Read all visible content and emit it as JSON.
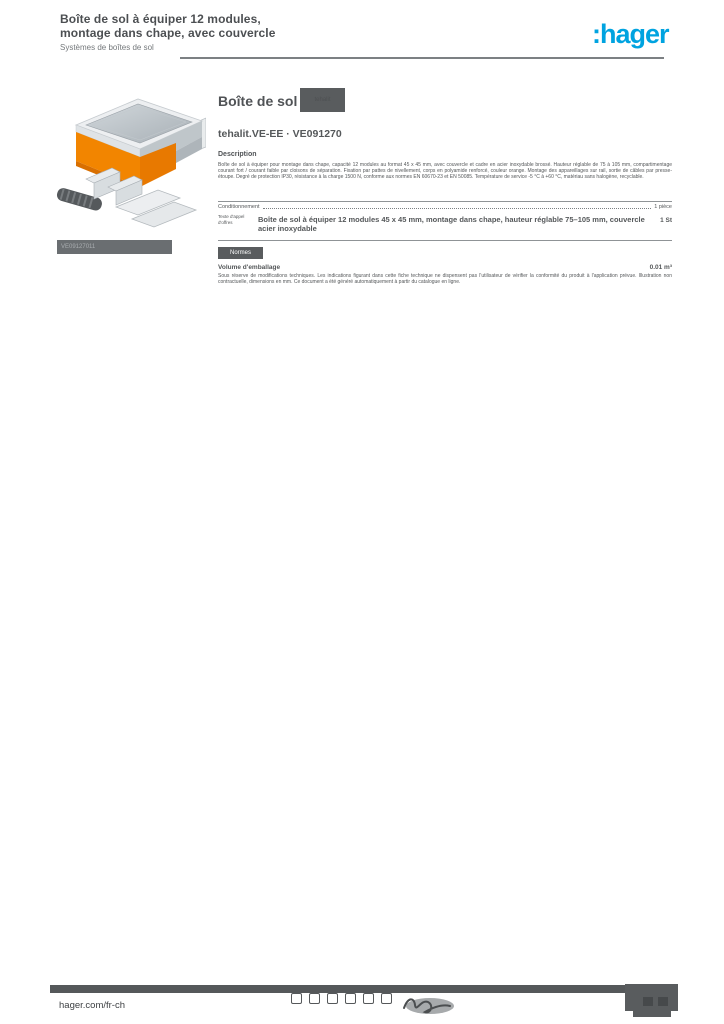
{
  "colors": {
    "brand_blue": "#00a3e0",
    "product_orange": "#f28500",
    "text_grey": "#55585a",
    "bar_grey": "#595c5e"
  },
  "header": {
    "line1": "Boîte de sol à équiper 12 modules,",
    "line2": "montage dans chape, avec couvercle",
    "line3": "Systèmes de boîtes de sol",
    "logo_text": ":hager"
  },
  "product": {
    "caption": "VE09127011",
    "title": "Boîte de sol",
    "badge": "tehalit",
    "subtitle": "tehalit.VE-EE · VE091270",
    "description_heading": "Description",
    "description": "Boîte de sol à équiper pour montage dans chape, capacité 12 modules au format 45 x 45 mm, avec couvercle et cadre en acier inoxydable brossé. Hauteur réglable de 75 à 105 mm, compartimentage courant fort / courant faible par cloisons de séparation. Fixation par pattes de nivellement, corps en polyamide renforcé, couleur orange. Montage des appareillages sur rail, sortie de câbles par presse-étoupe. Degré de protection IP30, résistance à la charge 1500 N, conforme aux normes EN 60670-23 et EN 50085. Température de service -5 °C à +60 °C, matériau sans halogène, recyclable.",
    "order_row": {
      "label": "Conditionnement",
      "value": "1 pièce"
    },
    "tender_row": {
      "label": "Texte d'appel d'offres",
      "text": "Boîte de sol à équiper 12 modules 45 x 45 mm, montage dans chape, hauteur réglable 75–105 mm, couvercle acier inoxydable",
      "value": "1 St"
    },
    "standards_heading": "Normes",
    "volume_row": {
      "label": "Volume d'emballage",
      "value": "0.01 m³"
    },
    "note": "Sous réserve de modifications techniques. Les indications figurant dans cette fiche technique ne dispensent pas l'utilisateur de vérifier la conformité du produit à l'application prévue. Illustration non contractuelle, dimensions en mm. Ce document a été généré automatiquement à partir du catalogue en ligne."
  },
  "footer": {
    "website": "hager.com/fr-ch"
  }
}
